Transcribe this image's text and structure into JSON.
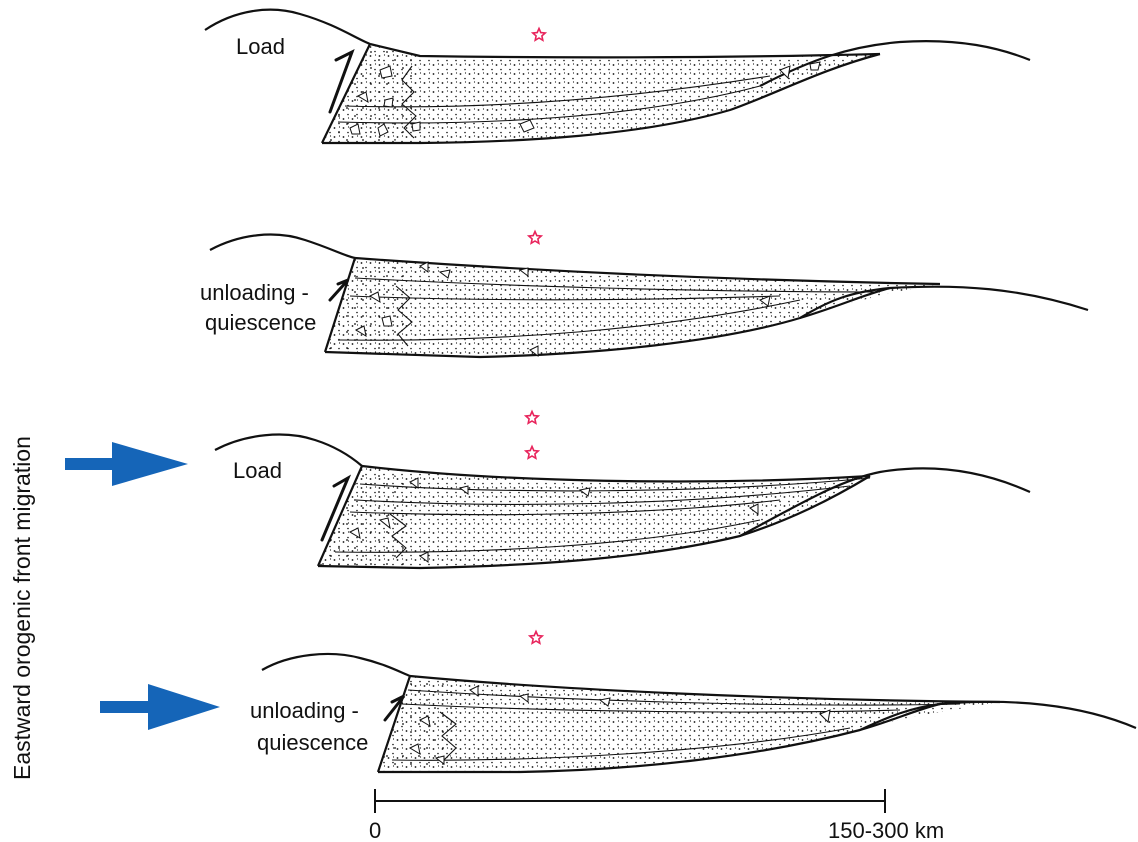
{
  "panels": [
    {
      "label_lines": [
        "Load"
      ]
    },
    {
      "label_lines": [
        "unloading -",
        "quiescence"
      ]
    },
    {
      "label_lines": [
        "Load"
      ]
    },
    {
      "label_lines": [
        "unloading -",
        "quiescence"
      ]
    }
  ],
  "side_label": "Eastward orogenic front migration",
  "scale_bar": {
    "start_label": "0",
    "end_label": "150-300 km"
  },
  "colors": {
    "arrow": "#1565b8",
    "star": "#e8245c",
    "line": "#111111"
  }
}
